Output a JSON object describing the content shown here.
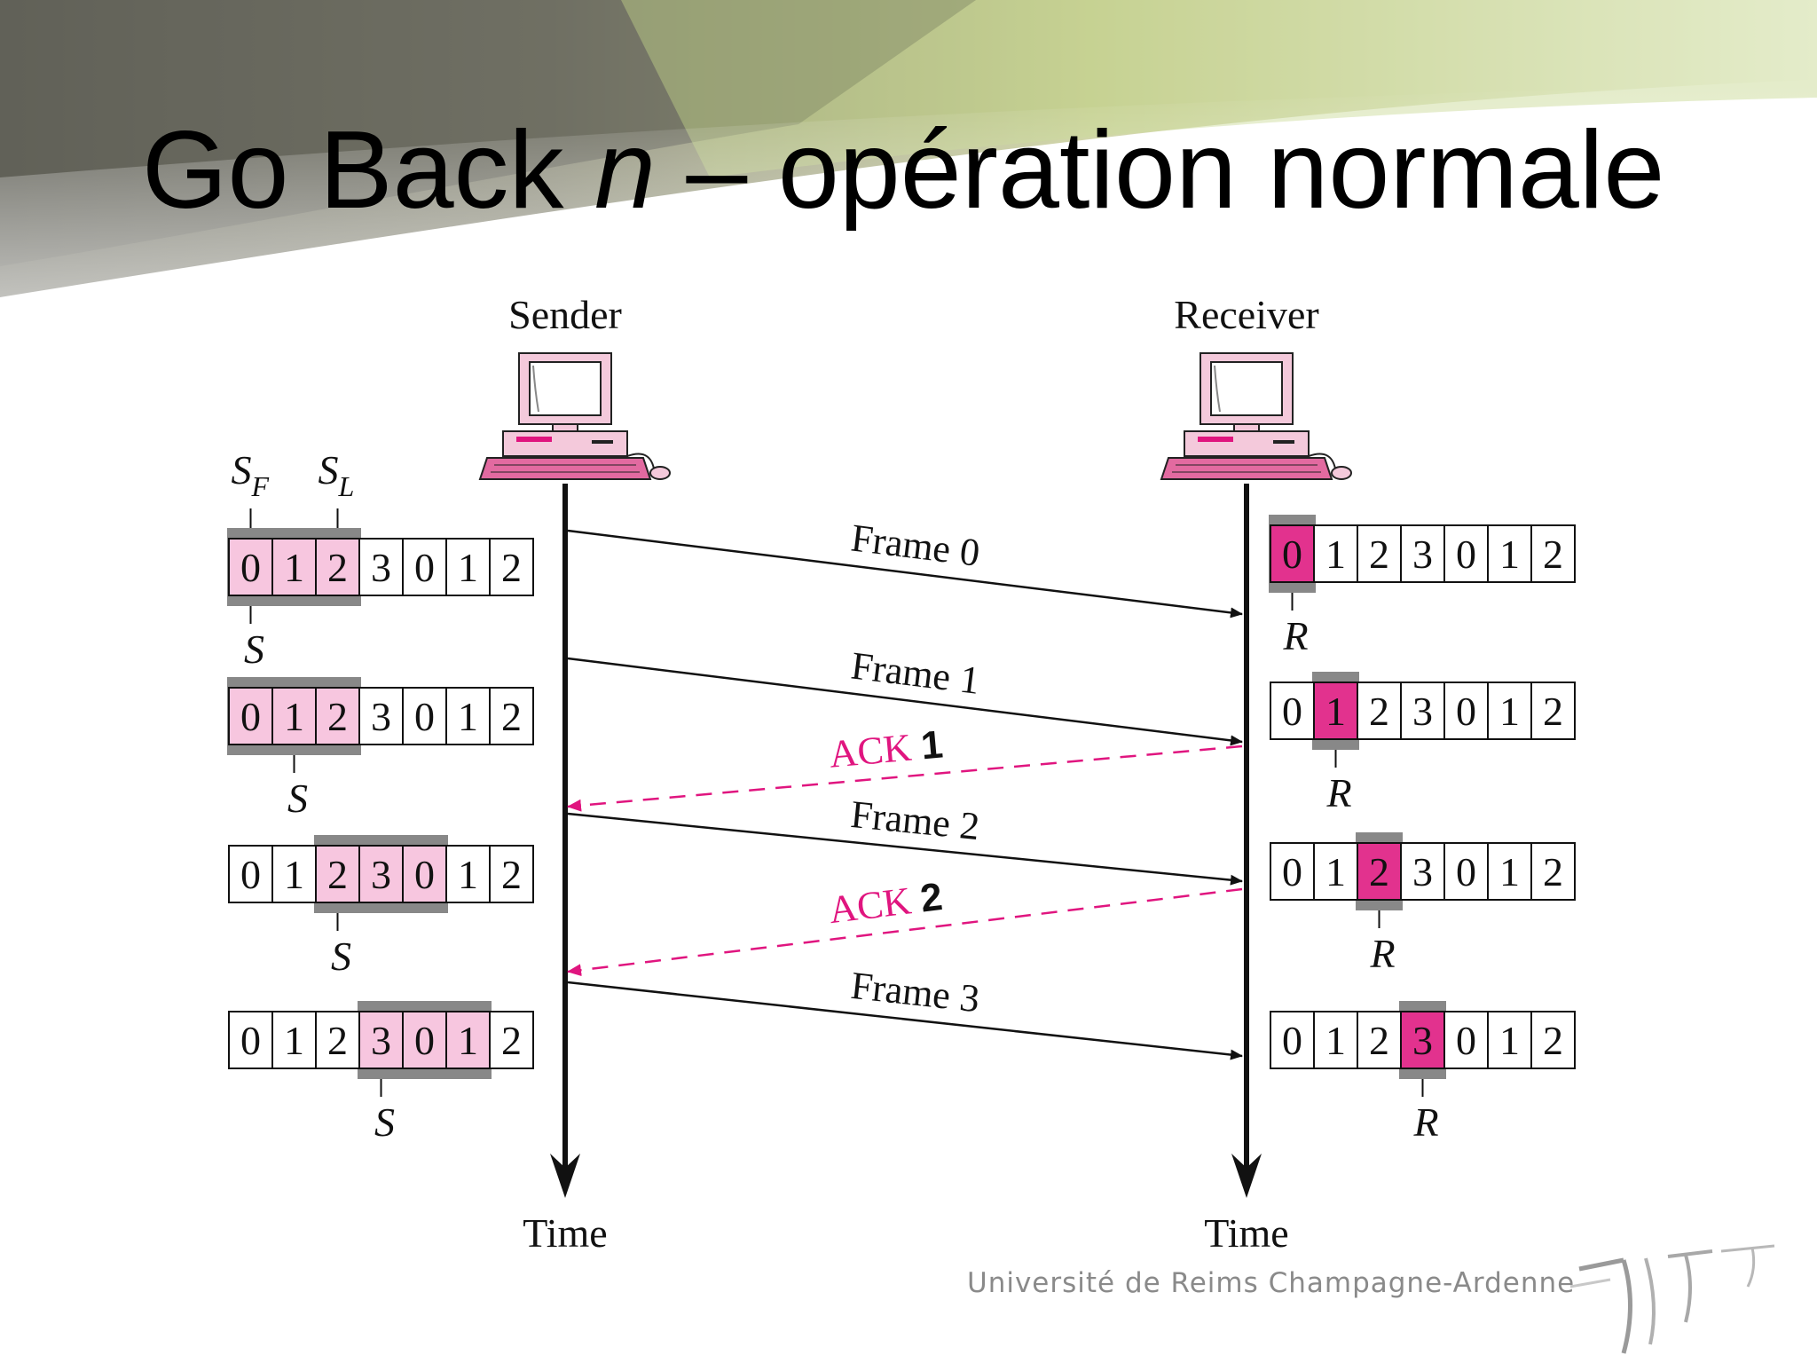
{
  "title": {
    "prefix": "Go Back ",
    "italic": "n",
    "suffix": " – opération normale"
  },
  "footer": {
    "university": "Université de Reims Champagne-Ardenne"
  },
  "nodes": {
    "sender": "Sender",
    "receiver": "Receiver",
    "time_label": "Time"
  },
  "sequence_numbers": [
    "0",
    "1",
    "2",
    "3",
    "0",
    "1",
    "2"
  ],
  "colors": {
    "highlight": "#f7c6df",
    "ack": "#e0157f",
    "window_bar": "#888888",
    "receiver_cell": "#e2328e"
  },
  "sender_pointers": {
    "first": "S",
    "first_sub": "F",
    "last": "S",
    "last_sub": "L",
    "next": "S"
  },
  "sender_windows": [
    {
      "window_start": 0,
      "outstanding": [
        0,
        1,
        2
      ],
      "next_index": 0,
      "show_sf_sl": true
    },
    {
      "window_start": 0,
      "outstanding": [
        0,
        1,
        2
      ],
      "next_index": 1,
      "show_sf_sl": false
    },
    {
      "window_start": 2,
      "outstanding": [
        2,
        3,
        4
      ],
      "next_index": 2,
      "show_sf_sl": false
    },
    {
      "window_start": 3,
      "outstanding": [
        3,
        4,
        5
      ],
      "next_index": 3,
      "show_sf_sl": false
    }
  ],
  "receiver_pointer": "R",
  "receiver_windows": [
    {
      "expected_index": 0
    },
    {
      "expected_index": 1
    },
    {
      "expected_index": 2
    },
    {
      "expected_index": 3
    }
  ],
  "messages": [
    {
      "label": "Frame 0",
      "direction": "to-receiver"
    },
    {
      "label": "Frame 1",
      "direction": "to-receiver"
    },
    {
      "label": "ACK ",
      "ack_number": "1",
      "direction": "to-sender"
    },
    {
      "label": "Frame 2",
      "direction": "to-receiver"
    },
    {
      "label": "ACK ",
      "ack_number": "2",
      "direction": "to-sender"
    },
    {
      "label": "Frame 3",
      "direction": "to-receiver"
    }
  ]
}
